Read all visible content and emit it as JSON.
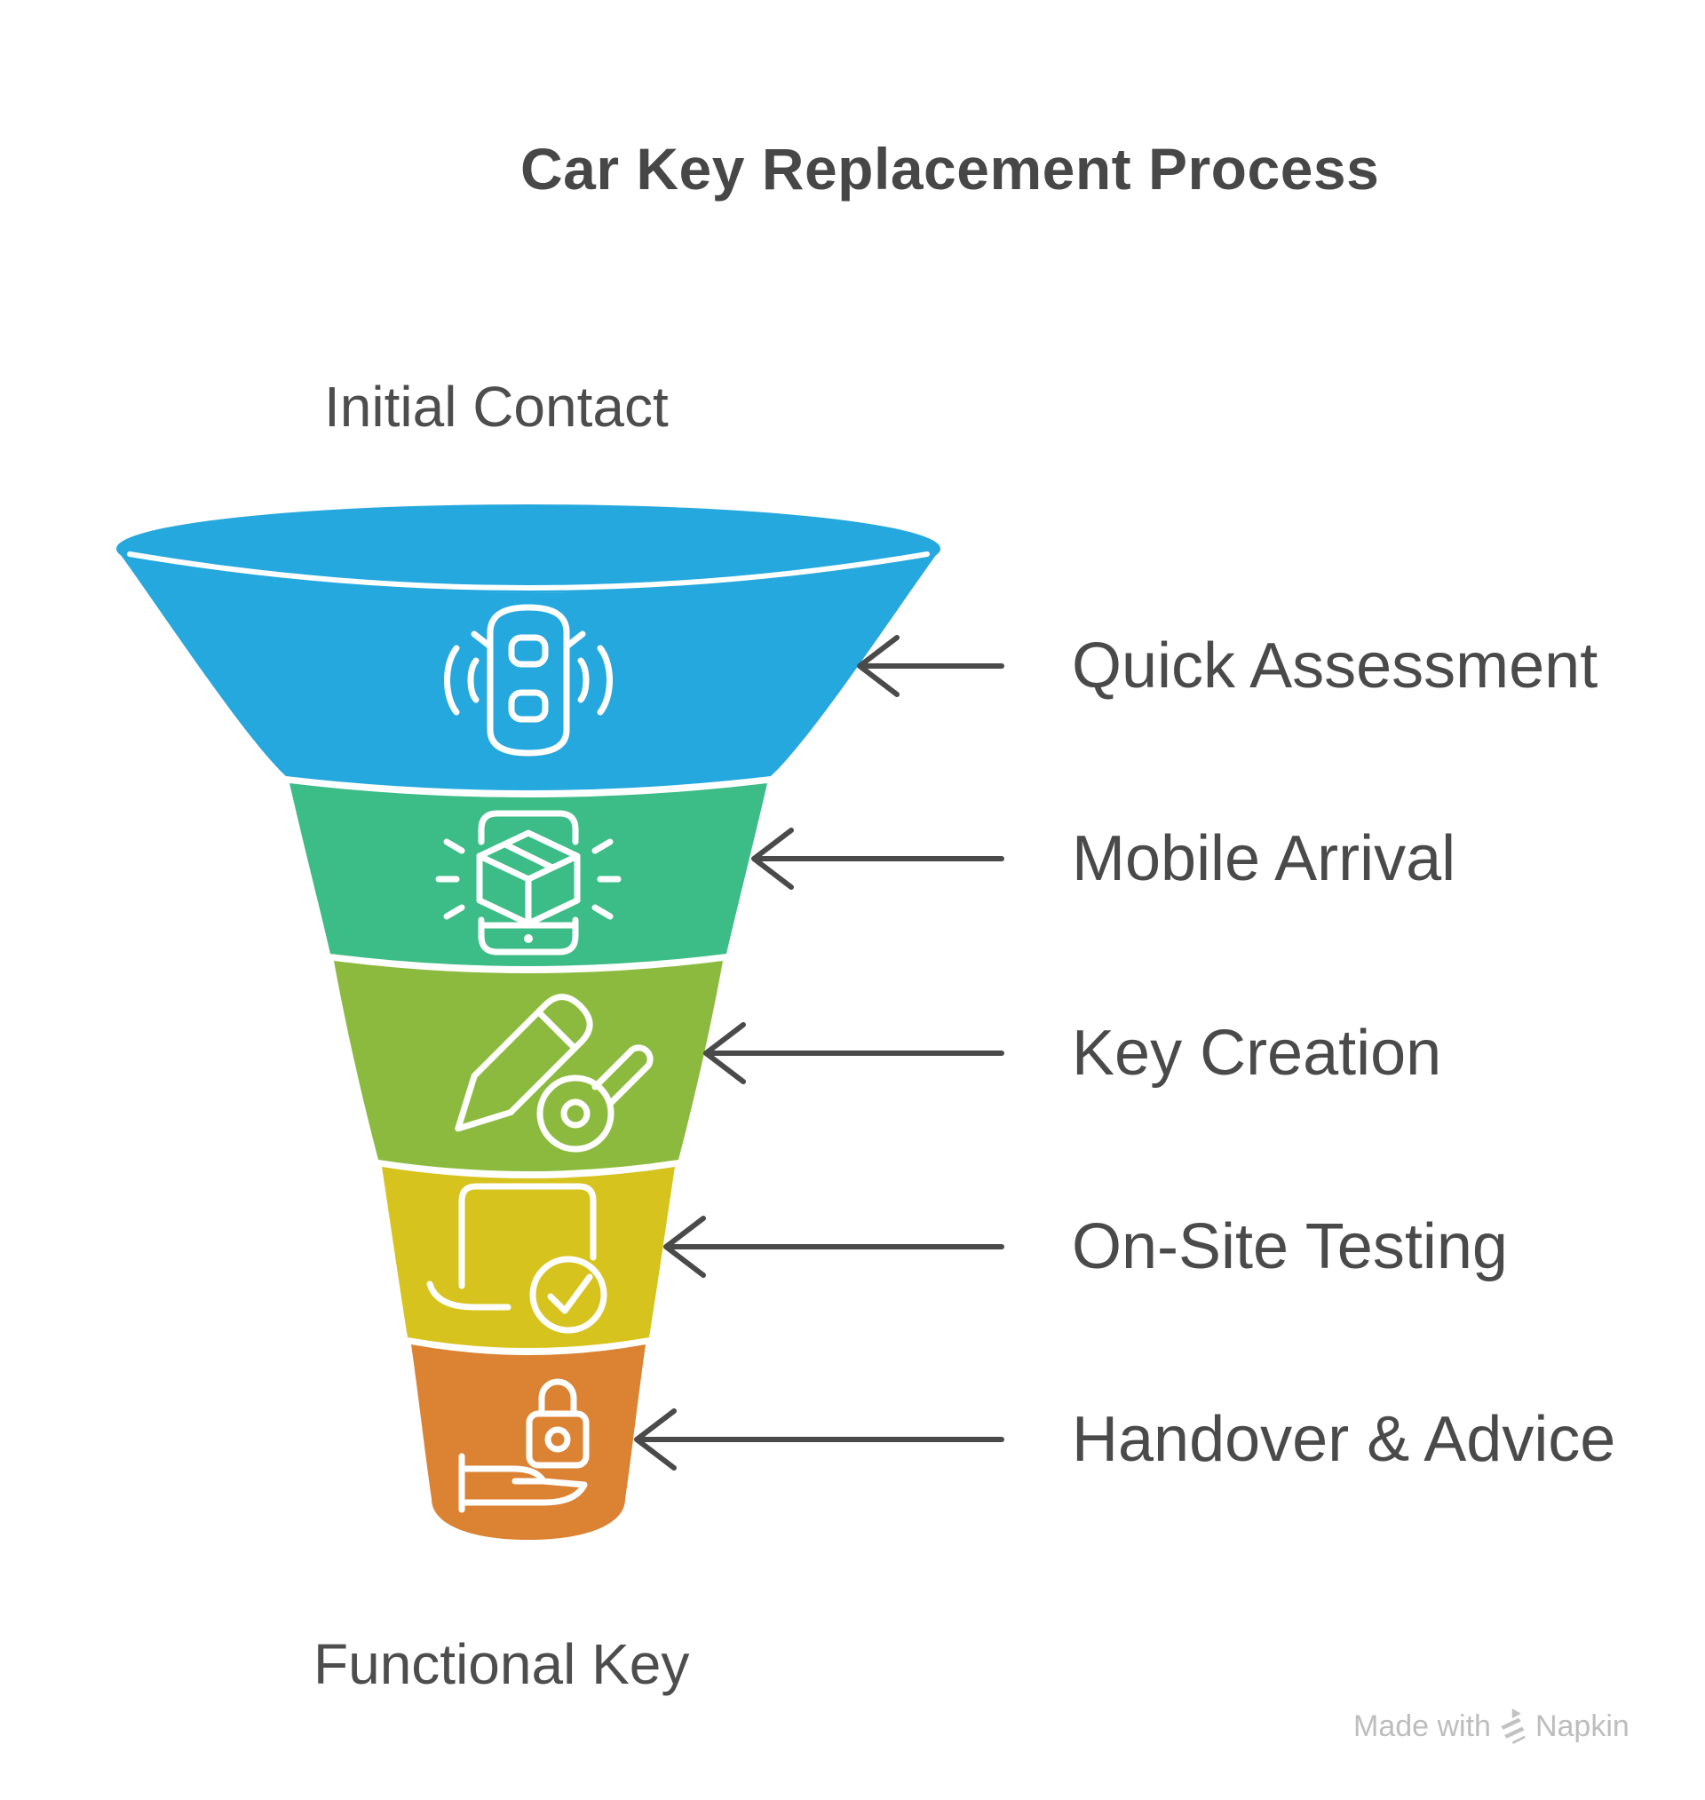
{
  "title": "Car Key Replacement Process",
  "funnel": {
    "top_label": "Initial Contact",
    "bottom_label": "Functional Key",
    "segments": [
      {
        "name": "Quick Assessment",
        "color": "#25A8DD",
        "icon": "car-remote-signal-icon"
      },
      {
        "name": "Mobile Arrival",
        "color": "#3CBC86",
        "icon": "phone-package-icon"
      },
      {
        "name": "Key Creation",
        "color": "#8CBA3E",
        "icon": "pen-key-icon"
      },
      {
        "name": "On-Site Testing",
        "color": "#D7C31D",
        "icon": "laptop-check-icon"
      },
      {
        "name": "Handover & Advice",
        "color": "#DB8233",
        "icon": "lock-hand-icon"
      }
    ]
  },
  "colors": {
    "background": "#FFFFFF",
    "title_text": "#474747",
    "label_text": "#4A4A4A",
    "arrow": "#4A4A4A",
    "watermark_text": "#BDBDBD"
  },
  "watermark": {
    "prefix": "Made with",
    "brand": "Napkin"
  }
}
